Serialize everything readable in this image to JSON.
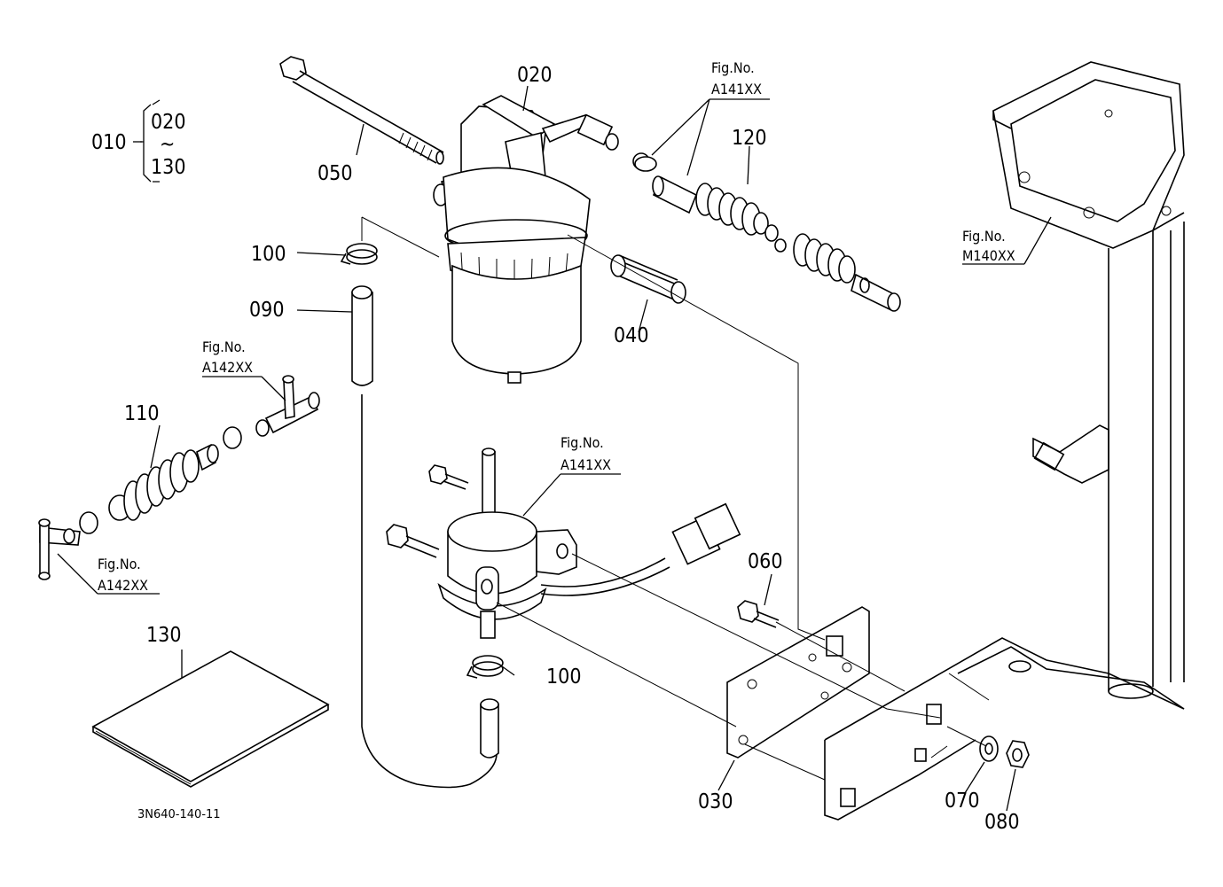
{
  "document_code": "3N640-140-11",
  "assembly": {
    "label": "010",
    "range_from": "020",
    "range_tilde": "~",
    "range_to": "130"
  },
  "part_labels": {
    "p020": "020",
    "p030": "030",
    "p040": "040",
    "p050": "050",
    "p060": "060",
    "p070": "070",
    "p080": "080",
    "p090": "090",
    "p100a": "100",
    "p100b": "100",
    "p110": "110",
    "p120": "120",
    "p130": "130"
  },
  "figure_refs": [
    {
      "title": "Fig.No.",
      "code": "A141XX"
    },
    {
      "title": "Fig.No.",
      "code": "M140XX"
    },
    {
      "title": "Fig.No.",
      "code": "A142XX"
    },
    {
      "title": "Fig.No.",
      "code": "A141XX"
    },
    {
      "title": "Fig.No.",
      "code": "A142XX"
    }
  ]
}
